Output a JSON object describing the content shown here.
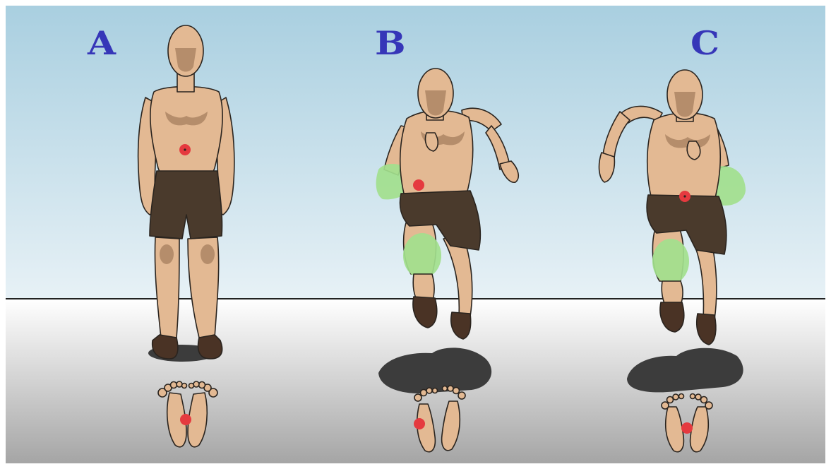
{
  "colors": {
    "sky_top": "#a9cfe0",
    "sky_bottom": "#e7f1f6",
    "ground_top": "#ffffff",
    "ground_bottom": "#a5a5a5",
    "horizon_line": "#222222",
    "label": "#3636b8",
    "skin": "#e3b993",
    "skin_shadow": "#b58d6b",
    "outline": "#2a241f",
    "shorts": "#4a3a2c",
    "shoes": "#4a3325",
    "shadow": "#3c3c3c",
    "center_of_mass_dot": "#e53a3f",
    "highlight_limb": "#a2e08d"
  },
  "panels": [
    {
      "label": "A",
      "pose": "standing"
    },
    {
      "label": "B",
      "pose": "running-right-arm-forward"
    },
    {
      "label": "C",
      "pose": "running-left-arm-forward"
    }
  ]
}
